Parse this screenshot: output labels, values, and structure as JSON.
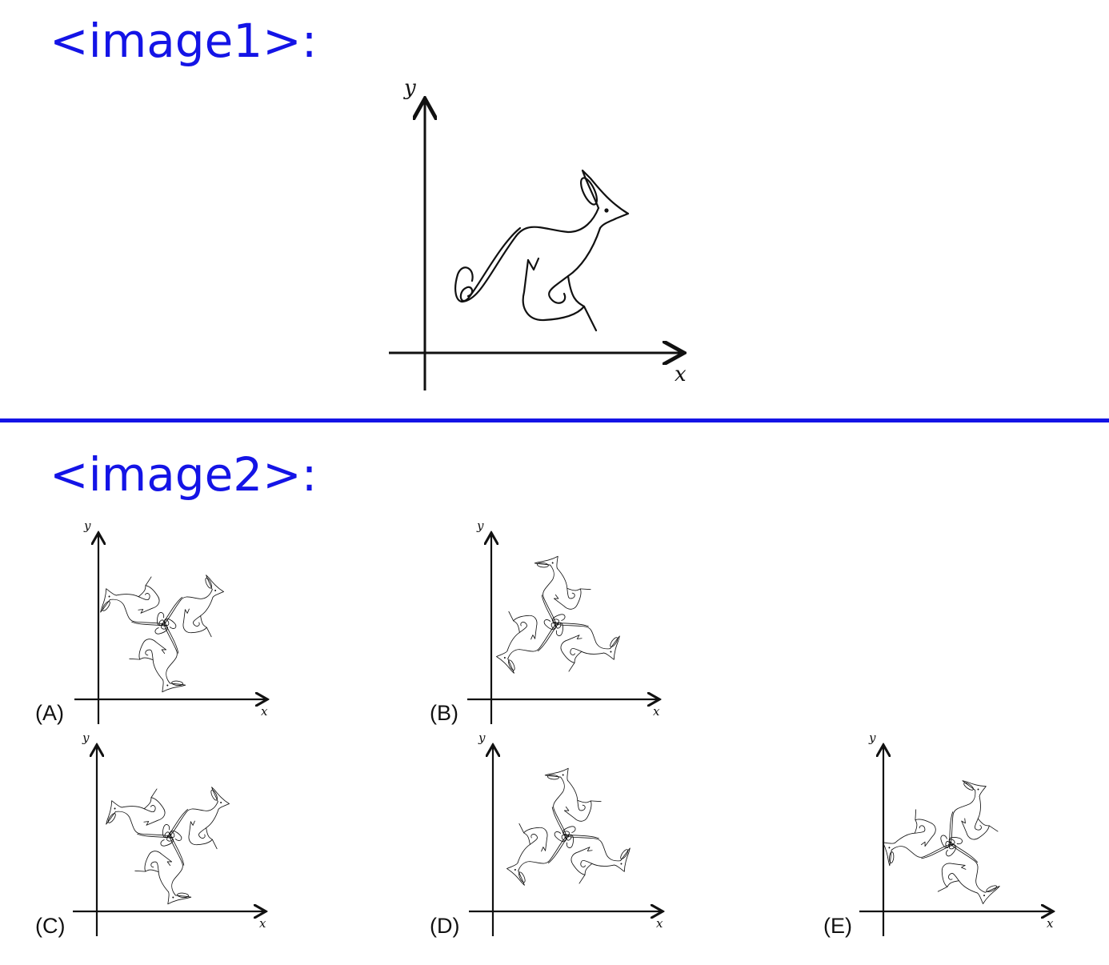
{
  "section1": {
    "title": "<image1>:"
  },
  "section2": {
    "title": "<image2>:"
  },
  "axes": {
    "x": "x",
    "y": "y"
  },
  "figure": "kangaroo",
  "options": [
    {
      "label": "(A)",
      "rotation_deg": 0
    },
    {
      "label": "(B)",
      "rotation_deg": 180
    },
    {
      "label": "(C)",
      "rotation_deg": 0
    },
    {
      "label": "(D)",
      "rotation_deg": 180
    },
    {
      "label": "(E)",
      "rotation_deg": 90
    }
  ],
  "colors": {
    "accent": "#1414e6",
    "ink": "#111111"
  }
}
